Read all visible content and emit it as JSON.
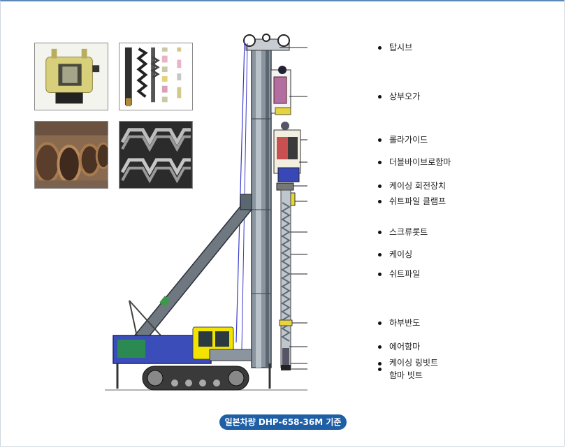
{
  "callouts": [
    {
      "label": "탑시브"
    },
    {
      "label": "상부오가"
    },
    {
      "label": "롤라가이드"
    },
    {
      "label": "더블바이브로함마"
    },
    {
      "label": "케이싱 회전장치"
    },
    {
      "label": "쉬트파일 클램프"
    },
    {
      "label": "스크류롯트"
    },
    {
      "label": "케이싱"
    },
    {
      "label": "쉬트파일"
    },
    {
      "label": "하부반도"
    },
    {
      "label": "에어함마"
    },
    {
      "label": "케이싱 링빗트"
    },
    {
      "label": "함마 빗트"
    }
  ],
  "caption": "일본차량 DHP-658-36M 기준",
  "photos": [
    {
      "icon": "hammer-unit-photo-icon"
    },
    {
      "icon": "auger-components-photo-icon"
    },
    {
      "icon": "steel-pipes-photo-icon"
    },
    {
      "icon": "sheet-piles-photo-icon"
    }
  ],
  "colors": {
    "accent": "#1f5fa6",
    "crawler_blue": "#3b4db8",
    "cab_yellow": "#f2e400",
    "leader_gray": "#7f8a95"
  }
}
